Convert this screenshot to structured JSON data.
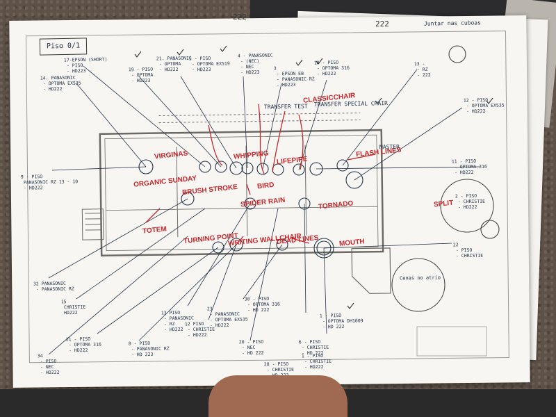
{
  "plan": {
    "title": "Piso 0/1",
    "header_marks": [
      "222",
      "222"
    ],
    "sign_top_right": "Juntar nas cuboas",
    "legend_note": "Cenas no atrio"
  },
  "red_labels": [
    "VIRGINAS",
    "ORGANIC SUNDAY",
    "BRUSH STROKE",
    "TOTEM",
    "TURNING POINT",
    "WHIPPING",
    "BIRD",
    "SPIDER RAIN",
    "WRITING WALLCHAIR",
    "CLASSICCHAIR",
    "LIFEPIPE",
    "FLASH LINES",
    "TORNADO",
    "DEAD LINES",
    "MOUTH",
    "SPLIT"
  ],
  "blue_labels": [
    "TRANSFER TEST",
    "TRANSFER SPECIAL CHAIR",
    "MASTER"
  ],
  "notes": [
    "17-EPSON (SHORT)\n - PISO\n - HD223",
    "14. PANASONIC\n - OPTOMA EX535\n - HD222",
    "19 - PISO\n - OPTOMA\n - HD223",
    "21. PANASONIC\n - OPTOMA\n - HD222",
    "5 - PISO\n - OPTOMA EX519\n - HD223",
    "4 - PANASONIC\n - (NEC)\n - NEC\n - HD223",
    "3\n - EPSON EB\n - PANASONIC RZ\n - HD223",
    "18 - PISO\n - OPTOMA 316\n - HD222",
    "13 -\n - RZ\n - 222",
    "12 - PISO\n - OPTOMA EX535\n - HD222",
    "11 - PISO\n - OPTOMA 316\n - HD222",
    "9 - PISO\n PANASONIC RZ 13 - 10\n - HD222",
    "2 - PISO\n - CHRISTIE\n - HD222",
    "22\n - PISO\n - CHRISTIE",
    "32 PANASONIC\n - PANASONIC RZ",
    "15\n CHRISTIE\n HD222",
    "21 - PISO\n - OPTOMA 316\n - HD222",
    "8 - PISO\n - PANASONIC RZ\n - HD 223",
    "13 PISO\n - PANASONIC\n - RZ\n - HD222",
    "12 PISO\n - CHRISTIE\n - HD222",
    "23\n - PANASONIC\n - OPTOMA EX535\n - HD222",
    "30 - PISO\n - OPTOMA 316\n - HD 222",
    "20 - PISO\n - NEC\n - HD 222",
    "6 - PISO\n - CHRISTIE\n - HD 222",
    "1 - PISO\n - OPTOMA DH1009\n - HD 222",
    "34\n - PISO\n - NEC\n - HD222",
    "1 - PISO\n - CHRISTIE\n - HD222",
    "28 - PISO\n - CHRISTIE\n - HD 222"
  ],
  "colors": {
    "red_ink": "#c8262a",
    "blue_ink": "#233246",
    "paper": "#f7f6f3"
  }
}
